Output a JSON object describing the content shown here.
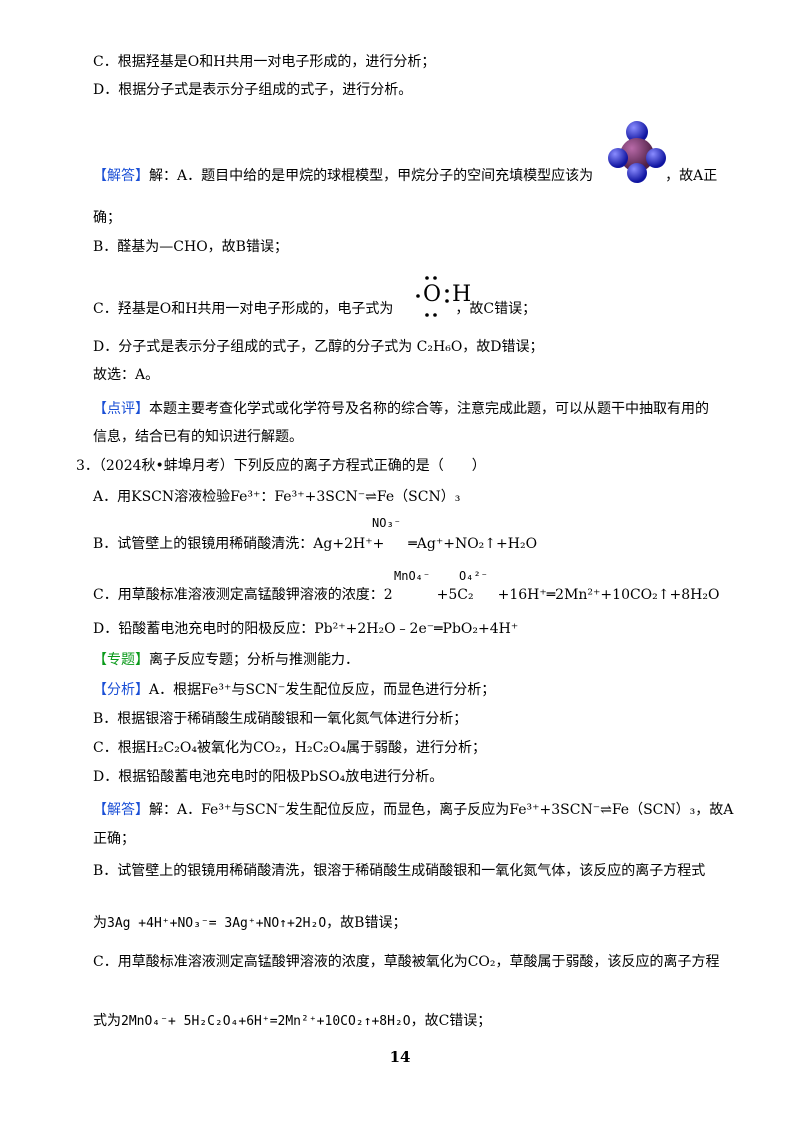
{
  "lines": {
    "l1": "C．根据羟基是O和H共用一对电子形成的，进行分析；",
    "l2": "D．根据分子式是表示分子组成的式子，进行分析。",
    "ans_tag": "【解答】",
    "ans_a1": "解：A．题目中给的是甲烷的球棍模型，甲烷分子的空间充填模型应该为",
    "ans_a1_tail": "，故A正",
    "ans_a2": "确；",
    "ans_b": "B．醛基为—CHO，故B错误；",
    "ans_c_pre": "C．羟基是O和H共用一对电子形成的，电子式为",
    "ans_c_tail": "，故C错误；",
    "ans_d": "D．分子式是表示分子组成的式子，乙醇的分子式为 C₂H₆O，故D错误；",
    "ans_sel": "故选：A。",
    "review_tag": "【点评】",
    "review1": "本题主要考查化学式或化学符号及名称的综合等，注意完成此题，可以从题干中抽取有用的",
    "review2": "信息，结合已有的知识进行解题。",
    "q3": "3．（2024秋•蚌埠月考）下列反应的离子方程式正确的是（　　）",
    "q3a": "A．用KSCN溶液检验Fe³⁺：Fe³⁺+3SCN⁻⇌Fe（SCN）₃",
    "q3b_pre": "B．试管壁上的银镜用稀硝酸清洗：Ag+2H⁺+",
    "q3b_top": "NO₃⁻",
    "q3b_tail": "═Ag⁺+NO₂↑+H₂O",
    "q3c_pre": "C．用草酸标准溶液测定高锰酸钾溶液的浓度：2",
    "q3c_top1": "MnO₄⁻",
    "q3c_mid": "+5C₂",
    "q3c_top2": "O₄²⁻",
    "q3c_tail": "+16H⁺═2Mn²⁺+10CO₂↑+8H₂O",
    "q3d": "D．铅酸蓄电池充电时的阳极反应：Pb²⁺+2H₂O﹣2e⁻═PbO₂+4H⁺",
    "topic_tag": "【专题】",
    "topic": "离子反应专题；分析与推测能力．",
    "anal_tag": "【分析】",
    "anal_a": "A．根据Fe³⁺与SCN⁻发生配位反应，而显色进行分析；",
    "anal_b": "B．根据银溶于稀硝酸生成硝酸银和一氧化氮气体进行分析；",
    "anal_c": "C．根据H₂C₂O₄被氧化为CO₂，H₂C₂O₄属于弱酸，进行分析；",
    "anal_d": "D．根据铅酸蓄电池充电时的阳极PbSO₄放电进行分析。",
    "ans2_tag": "【解答】",
    "ans2_a1": "解：A．Fe³⁺与SCN⁻发生配位反应，而显色，离子反应为Fe³⁺+3SCN⁻⇌Fe（SCN）₃，故A",
    "ans2_a2": "正确；",
    "ans2_b1": "B．试管壁上的银镜用稀硝酸清洗，银溶于稀硝酸生成硝酸银和一氧化氮气体，该反应的离子方程式",
    "ans2_b2_pre": "为",
    "ans2_b2_eq": "3Ag +4H⁺+NO₃⁻= 3Ag⁺+NO↑+2H₂O",
    "ans2_b2_tail": "，故B错误；",
    "ans2_c1": "C．用草酸标准溶液测定高锰酸钾溶液的浓度，草酸被氧化为CO₂，草酸属于弱酸，该反应的离子方程",
    "ans2_c2_pre": "式为",
    "ans2_c2_eq": "2MnO₄⁻+ 5H₂C₂O₄+6H⁺=2Mn²⁺+10CO₂↑+8H₂O",
    "ans2_c2_tail": "，故C错误；"
  },
  "electron_formula": {
    "o": "O",
    "h": "H"
  },
  "page_number": "14",
  "colors": {
    "tag_blue": "#1a4fd6",
    "tag_green": "#0a9a1a",
    "sphere_center": "#7a3e6e",
    "sphere_outer": "#1d23c4"
  }
}
